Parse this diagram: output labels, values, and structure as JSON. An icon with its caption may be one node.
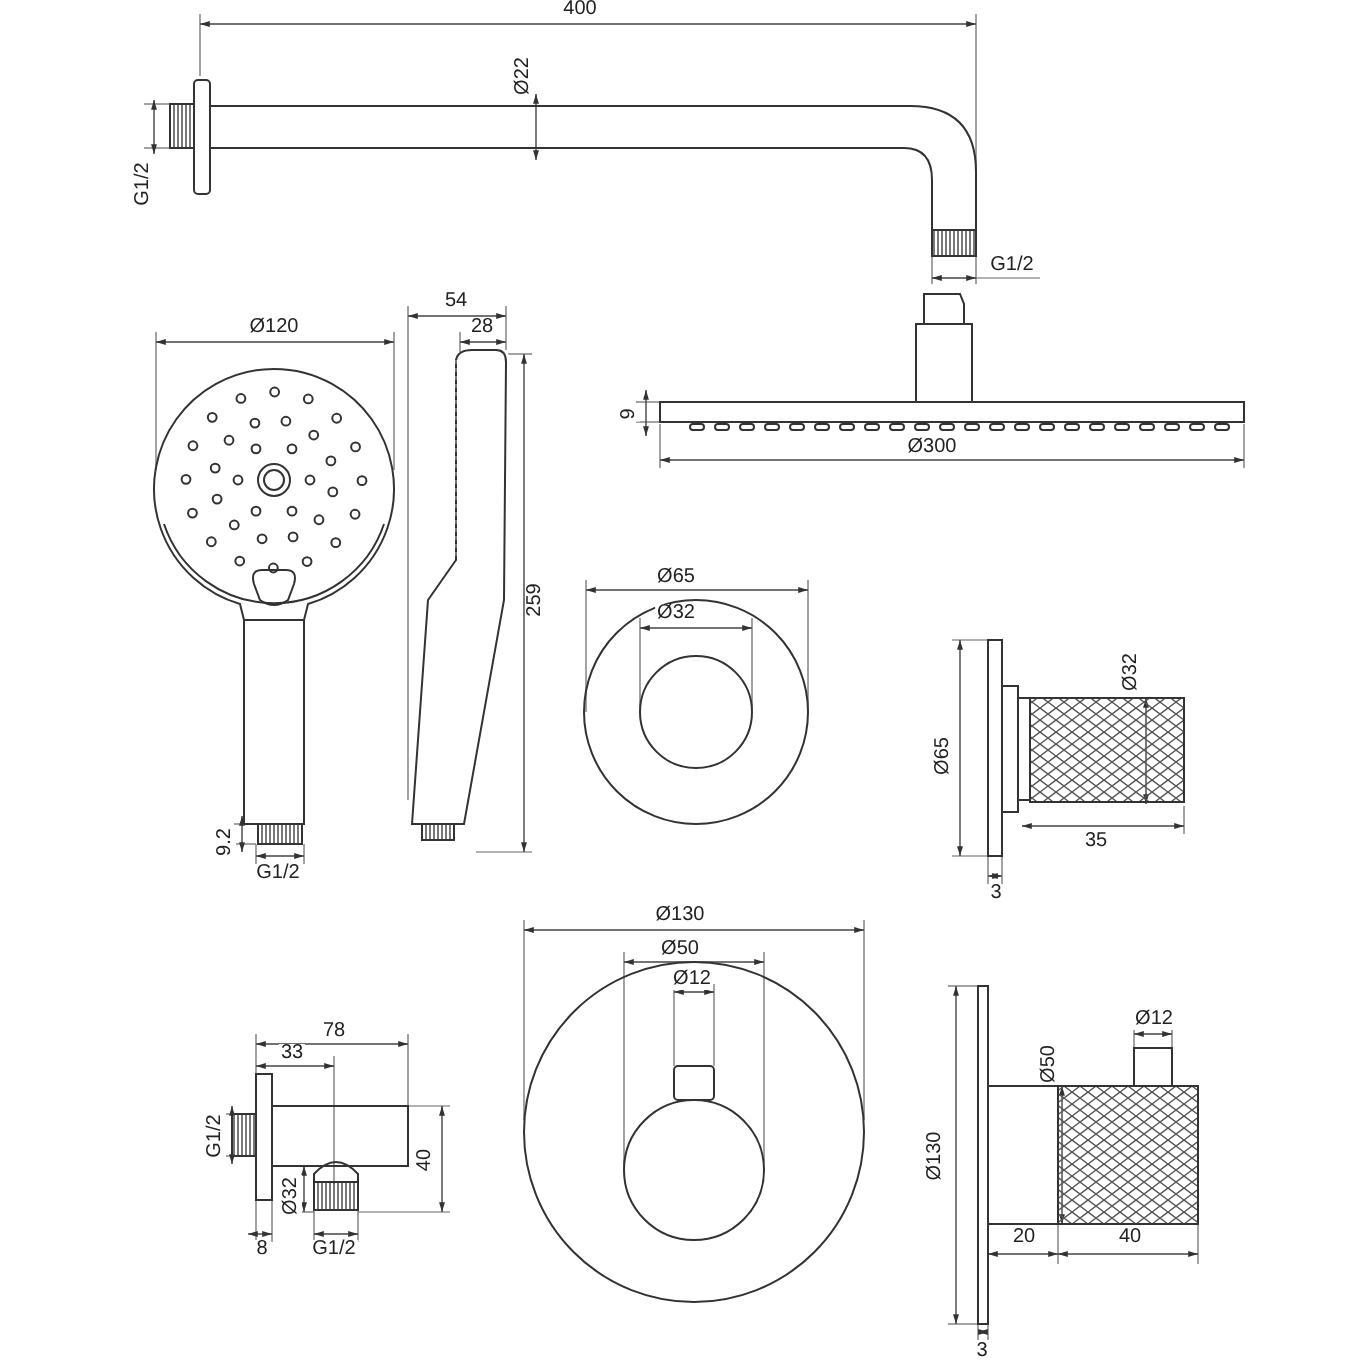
{
  "diagram": {
    "labels": [
      "400",
      "Ø22",
      "G1/2",
      "G1/2",
      "Ø120",
      "54",
      "28",
      "9",
      "Ø300",
      "259",
      "Ø65",
      "Ø32",
      "Ø32",
      "Ø65",
      "35",
      "9.2",
      "G1/2",
      "3",
      "Ø130",
      "Ø50",
      "Ø12",
      "78",
      "33",
      "Ø12",
      "Ø50",
      "G1/2",
      "40",
      "Ø130",
      "Ø32",
      "8",
      "G1/2",
      "20",
      "40",
      "3"
    ]
  }
}
